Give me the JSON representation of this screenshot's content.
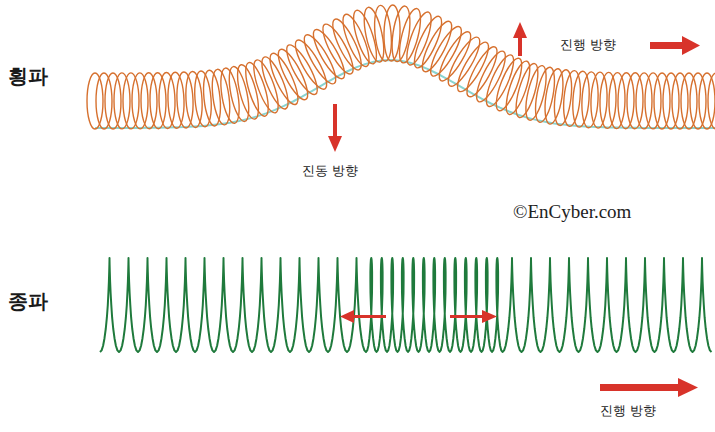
{
  "diagram": {
    "labels": [
      "진행 방향",
      "횡파",
      "진동 방향",
      "©EnCyber.com",
      "종파",
      "진행 방향"
    ]
  }
}
